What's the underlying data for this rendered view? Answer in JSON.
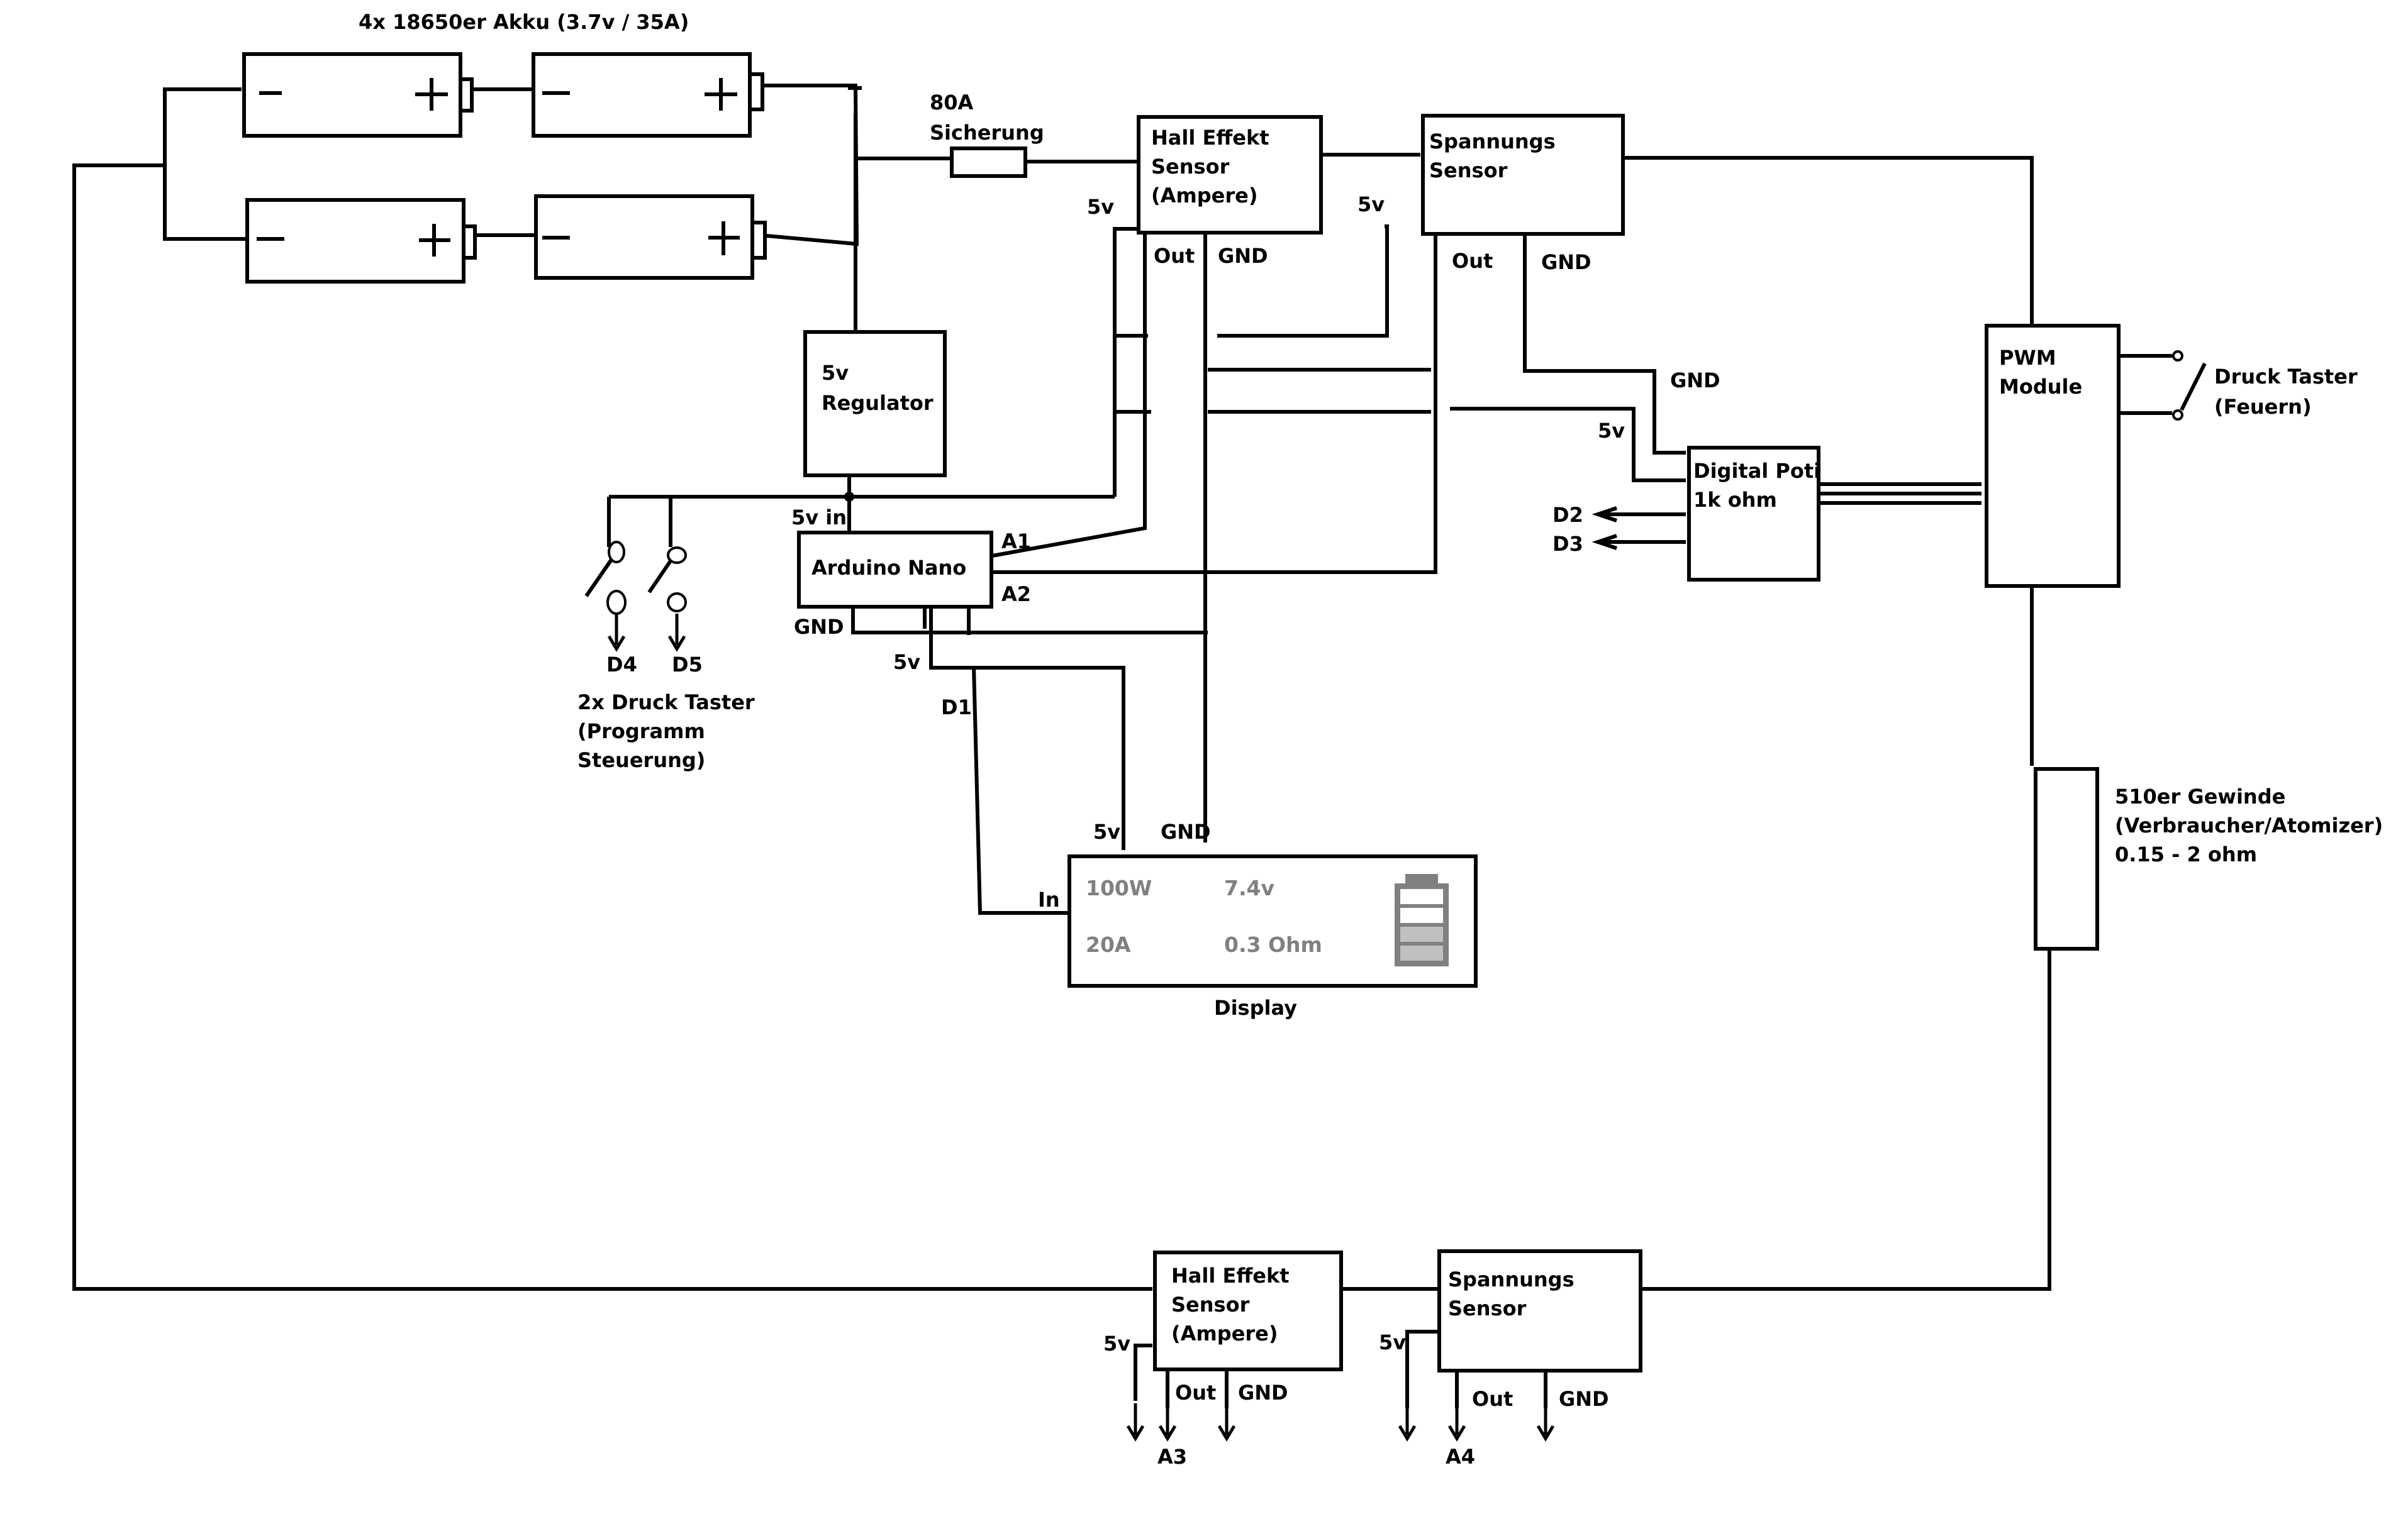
{
  "battery_pack": {
    "label": "4x 18650er Akku (3.7v / 35A)",
    "minus": "−",
    "plus": "+"
  },
  "fuse": {
    "line1": "80A",
    "line2": "Sicherung"
  },
  "regulator": {
    "line1": "5v",
    "line2": "Regulator",
    "out_label": "5v in"
  },
  "arduino": {
    "label": "Arduino Nano",
    "pin_a1": "A1",
    "pin_a2": "A2",
    "pin_gnd": "GND",
    "pin_5v": "5v",
    "pin_d1": "D1"
  },
  "hall_top": {
    "line1": "Hall Effekt",
    "line2": "Sensor",
    "line3": "(Ampere)",
    "vcc": "5v",
    "out": "Out",
    "gnd": "GND"
  },
  "volt_top": {
    "line1": "Spannungs",
    "line2": "Sensor",
    "vcc": "5v",
    "out": "Out",
    "gnd": "GND"
  },
  "pwm": {
    "line1": "PWM",
    "line2": "Module"
  },
  "fire_button": {
    "line1": "Druck Taster",
    "line2": "(Feuern)"
  },
  "poti": {
    "line1": "Digital Poti",
    "line2": "1k ohm",
    "gnd": "GND",
    "vcc": "5v",
    "pin_d2": "D2",
    "pin_d3": "D3"
  },
  "buttons": {
    "pin_d4": "D4",
    "pin_d5": "D5",
    "line1": "2x Druck Taster",
    "line2": "(Programm",
    "line3": "Steuerung)"
  },
  "display": {
    "caption": "Display",
    "vcc": "5v",
    "gnd": "GND",
    "input": "In",
    "power": "100W",
    "voltage": "7.4v",
    "current": "20A",
    "resistance": "0.3 Ohm",
    "battery_level": 0.5,
    "screen_text_color": "#808080"
  },
  "atomizer": {
    "line1": "510er Gewinde",
    "line2": "(Verbraucher/Atomizer)",
    "line3": "0.15 - 2 ohm"
  },
  "hall_bottom": {
    "line1": "Hall Effekt",
    "line2": "Sensor",
    "line3": "(Ampere)",
    "vcc": "5v",
    "out": "Out",
    "gnd": "GND",
    "pin": "A3"
  },
  "volt_bottom": {
    "line1": "Spannungs",
    "line2": "Sensor",
    "vcc": "5v",
    "out": "Out",
    "gnd": "GND",
    "pin": "A4"
  }
}
